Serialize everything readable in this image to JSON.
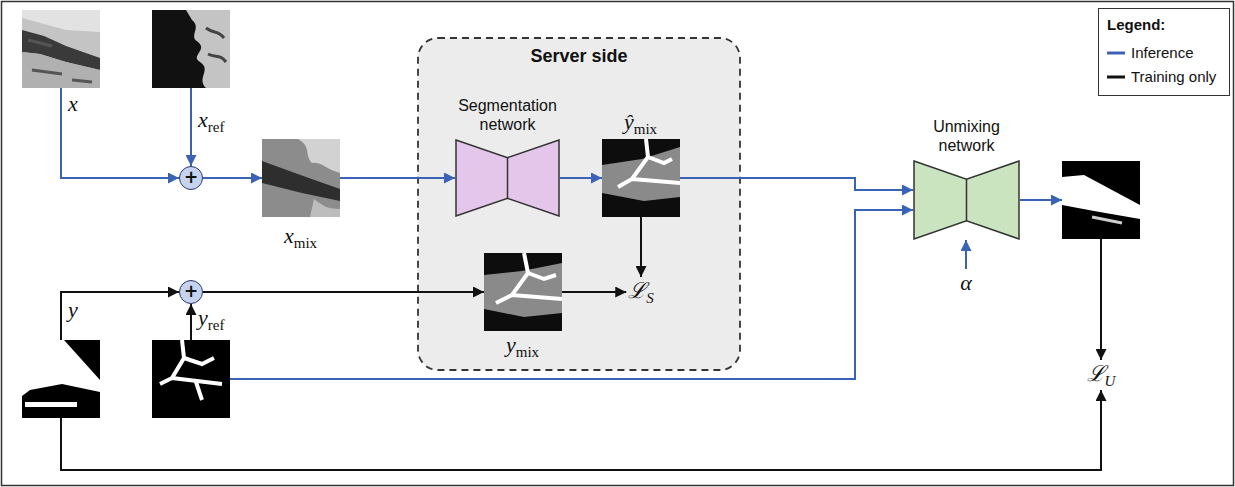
{
  "diagram": {
    "nodes": [
      {
        "text": [
          "x"
        ]
      },
      {
        "text": [
          "x",
          "ref"
        ]
      },
      {
        "text": [
          "+"
        ]
      },
      {
        "text": [
          "x",
          "mix"
        ]
      },
      {
        "text": [
          "Server side"
        ]
      },
      {
        "text": [
          "Segmentation network"
        ],
        "in": 4
      },
      {
        "text": [
          "ŷ",
          "mix"
        ],
        "in": 4
      },
      {
        "text": [
          "y",
          "mix"
        ],
        "in": 4
      },
      {
        "text": [
          "ℒ",
          "S"
        ],
        "in": 4
      },
      {
        "text": [
          "Unmixing network"
        ]
      },
      {
        "text": [
          "α"
        ]
      },
      {
        "text": []
      },
      {
        "text": [
          "ℒ",
          "U"
        ]
      },
      {
        "text": [
          "+"
        ]
      },
      {
        "text": [
          "y"
        ]
      },
      {
        "text": [
          "y",
          "ref"
        ]
      }
    ],
    "edges": [
      {
        "from": 0,
        "to": 2,
        "arrow": "to"
      },
      {
        "from": 1,
        "to": 2,
        "arrow": "to"
      },
      {
        "from": 2,
        "to": 3,
        "arrow": "to"
      },
      {
        "from": 3,
        "to": 5,
        "arrow": "to"
      },
      {
        "from": 5,
        "to": 6,
        "arrow": "to"
      },
      {
        "from": 6,
        "to": 9,
        "arrow": "to"
      },
      {
        "from": 6,
        "to": 8,
        "arrow": "to"
      },
      {
        "from": 14,
        "to": 13,
        "arrow": "to"
      },
      {
        "from": 15,
        "to": 13,
        "arrow": "to"
      },
      {
        "from": 13,
        "to": 7,
        "arrow": "to"
      },
      {
        "from": 7,
        "to": 8,
        "arrow": "to"
      },
      {
        "from": 15,
        "to": 9,
        "arrow": "to"
      },
      {
        "from": 10,
        "to": 9,
        "arrow": "to"
      },
      {
        "from": 9,
        "to": 11,
        "arrow": "to"
      },
      {
        "from": 11,
        "to": 12,
        "arrow": "to"
      },
      {
        "from": 14,
        "to": 12,
        "arrow": "to"
      }
    ],
    "labels": [
      "Legend:"
    ],
    "legend": [
      {
        "text": "Inference"
      },
      {
        "text": "Training only"
      }
    ]
  }
}
